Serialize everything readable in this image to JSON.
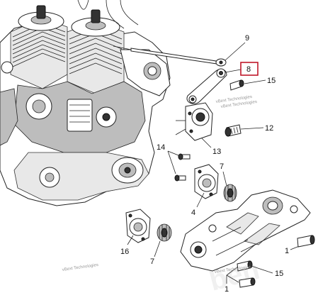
{
  "callouts": {
    "c9": "9",
    "c8": "8",
    "c15a": "15",
    "c12": "12",
    "c13": "13",
    "c14": "14",
    "c7a": "7",
    "c4": "4",
    "c16": "16",
    "c7b": "7",
    "c1a": "1",
    "c15b": "15",
    "c1b": "1"
  },
  "watermarks": {
    "w1": "vBext Technologies",
    "w2": "vBext Technologies",
    "w3": "vBext Technologies",
    "w4": "vBext Technologies"
  },
  "highlight_color": "#c0182a"
}
